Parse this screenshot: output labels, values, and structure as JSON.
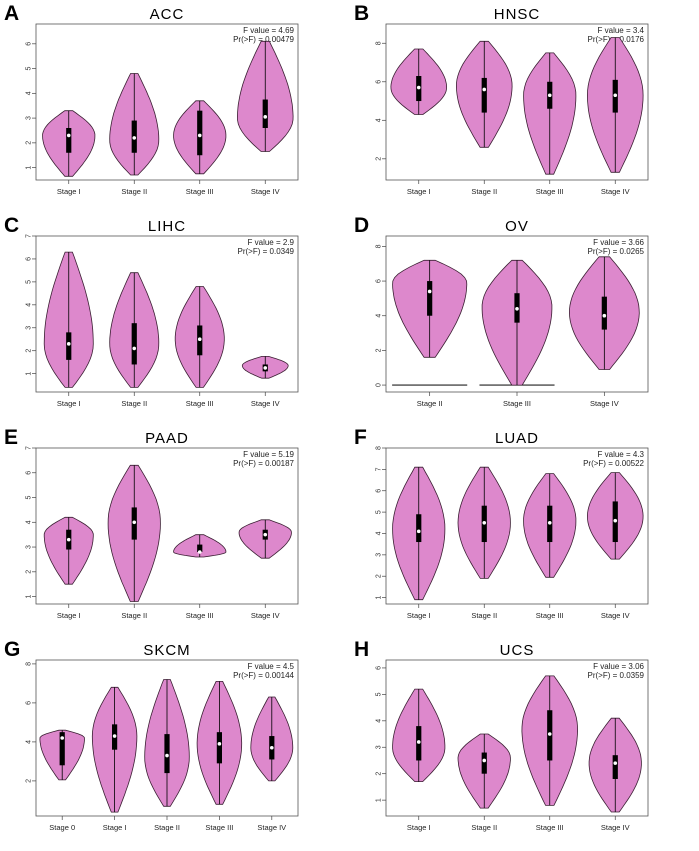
{
  "violin_color": "#dd88cc",
  "chart_data": [
    {
      "type": "violin",
      "letter": "A",
      "title": "ACC",
      "stats": [
        "F value = 4.69",
        "Pr(>F) = 0.00479"
      ],
      "ylim": [
        0.5,
        6.8
      ],
      "yticks": [
        1,
        2,
        3,
        4,
        5,
        6
      ],
      "categories": [
        "Stage I",
        "Stage II",
        "Stage III",
        "Stage IV"
      ],
      "series": [
        {
          "min": 0.65,
          "max": 3.3,
          "q1": 1.6,
          "median": 2.3,
          "q3": 2.6,
          "mode": 2.3,
          "width": 0.8
        },
        {
          "min": 0.7,
          "max": 4.8,
          "q1": 1.6,
          "median": 2.2,
          "q3": 2.9,
          "mode": 2.1,
          "width": 0.75
        },
        {
          "min": 0.75,
          "max": 3.7,
          "q1": 1.5,
          "median": 2.3,
          "q3": 3.3,
          "mode": 2.3,
          "width": 0.8
        },
        {
          "min": 1.65,
          "max": 6.1,
          "q1": 2.6,
          "median": 3.05,
          "q3": 3.75,
          "mode": 3.0,
          "width": 0.85
        }
      ]
    },
    {
      "type": "violin",
      "letter": "B",
      "title": "HNSC",
      "stats": [
        "F value = 3.4",
        "Pr(>F) = 0.0176"
      ],
      "ylim": [
        0.9,
        9.0
      ],
      "yticks": [
        2,
        4,
        6,
        8
      ],
      "categories": [
        "Stage I",
        "Stage II",
        "Stage III",
        "Stage IV"
      ],
      "series": [
        {
          "min": 4.3,
          "max": 7.7,
          "q1": 5.0,
          "median": 5.7,
          "q3": 6.3,
          "mode": 5.7,
          "width": 0.85
        },
        {
          "min": 2.6,
          "max": 8.1,
          "q1": 4.4,
          "median": 5.6,
          "q3": 6.2,
          "mode": 5.8,
          "width": 0.85
        },
        {
          "min": 1.2,
          "max": 7.5,
          "q1": 4.6,
          "median": 5.3,
          "q3": 6.0,
          "mode": 5.3,
          "width": 0.8
        },
        {
          "min": 1.3,
          "max": 8.3,
          "q1": 4.4,
          "median": 5.3,
          "q3": 6.1,
          "mode": 5.3,
          "width": 0.85
        }
      ]
    },
    {
      "type": "violin",
      "letter": "C",
      "title": "LIHC",
      "stats": [
        "F value = 2.9",
        "Pr(>F) = 0.0349"
      ],
      "ylim": [
        0.2,
        7.0
      ],
      "yticks": [
        1,
        2,
        3,
        4,
        5,
        6,
        7
      ],
      "categories": [
        "Stage I",
        "Stage II",
        "Stage III",
        "Stage IV"
      ],
      "series": [
        {
          "min": 0.4,
          "max": 6.3,
          "q1": 1.6,
          "median": 2.3,
          "q3": 2.8,
          "mode": 2.3,
          "width": 0.75
        },
        {
          "min": 0.4,
          "max": 5.4,
          "q1": 1.4,
          "median": 2.1,
          "q3": 3.2,
          "mode": 2.3,
          "width": 0.75
        },
        {
          "min": 0.4,
          "max": 4.8,
          "q1": 1.8,
          "median": 2.5,
          "q3": 3.1,
          "mode": 2.5,
          "width": 0.75
        },
        {
          "min": 0.8,
          "max": 1.75,
          "q1": 1.1,
          "median": 1.25,
          "q3": 1.4,
          "mode": 1.35,
          "width": 0.7
        }
      ]
    },
    {
      "type": "violin",
      "letter": "D",
      "title": "OV",
      "stats": [
        "F value = 3.66",
        "Pr(>F) = 0.0265"
      ],
      "ylim": [
        -0.4,
        8.6
      ],
      "yticks": [
        0,
        2,
        4,
        6,
        8
      ],
      "categories": [
        "Stage II",
        "Stage III",
        "Stage IV"
      ],
      "series": [
        {
          "min": 1.6,
          "max": 7.2,
          "q1": 4.0,
          "median": 5.4,
          "q3": 6.0,
          "mode": 5.9,
          "width": 0.85,
          "zero_line": true
        },
        {
          "min": 0.0,
          "max": 7.2,
          "q1": 3.6,
          "median": 4.4,
          "q3": 5.3,
          "mode": 4.5,
          "width": 0.8,
          "zero_line": true
        },
        {
          "min": 0.9,
          "max": 7.4,
          "q1": 3.2,
          "median": 4.0,
          "q3": 5.1,
          "mode": 4.2,
          "width": 0.8
        }
      ]
    },
    {
      "type": "violin",
      "letter": "E",
      "title": "PAAD",
      "stats": [
        "F value = 5.19",
        "Pr(>F) = 0.00187"
      ],
      "ylim": [
        0.7,
        7.0
      ],
      "yticks": [
        1,
        2,
        3,
        4,
        5,
        6,
        7
      ],
      "categories": [
        "Stage I",
        "Stage II",
        "Stage III",
        "Stage IV"
      ],
      "series": [
        {
          "min": 1.5,
          "max": 4.2,
          "q1": 2.9,
          "median": 3.3,
          "q3": 3.7,
          "mode": 3.5,
          "width": 0.75
        },
        {
          "min": 0.8,
          "max": 6.3,
          "q1": 3.3,
          "median": 4.0,
          "q3": 4.6,
          "mode": 4.0,
          "width": 0.8
        },
        {
          "min": 2.6,
          "max": 3.5,
          "q1": 2.8,
          "median": 2.8,
          "q3": 3.1,
          "mode": 2.8,
          "width": 0.8
        },
        {
          "min": 2.55,
          "max": 4.1,
          "q1": 3.3,
          "median": 3.5,
          "q3": 3.7,
          "mode": 3.6,
          "width": 0.8
        }
      ]
    },
    {
      "type": "violin",
      "letter": "F",
      "title": "LUAD",
      "stats": [
        "F value = 4.3",
        "Pr(>F) = 0.00522"
      ],
      "ylim": [
        0.7,
        8.0
      ],
      "yticks": [
        1,
        2,
        3,
        4,
        5,
        6,
        7,
        8
      ],
      "categories": [
        "Stage I",
        "Stage II",
        "Stage III",
        "Stage IV"
      ],
      "series": [
        {
          "min": 0.9,
          "max": 7.1,
          "q1": 3.6,
          "median": 4.1,
          "q3": 4.9,
          "mode": 4.2,
          "width": 0.8
        },
        {
          "min": 1.9,
          "max": 7.1,
          "q1": 3.6,
          "median": 4.5,
          "q3": 5.3,
          "mode": 4.5,
          "width": 0.8
        },
        {
          "min": 1.95,
          "max": 6.8,
          "q1": 3.6,
          "median": 4.5,
          "q3": 5.3,
          "mode": 4.6,
          "width": 0.8
        },
        {
          "min": 2.8,
          "max": 6.85,
          "q1": 3.6,
          "median": 4.6,
          "q3": 5.5,
          "mode": 4.8,
          "width": 0.85
        }
      ]
    },
    {
      "type": "violin",
      "letter": "G",
      "title": "SKCM",
      "stats": [
        "F value = 4.5",
        "Pr(>F) = 0.00144"
      ],
      "ylim": [
        0.2,
        8.2
      ],
      "yticks": [
        2,
        4,
        6,
        8
      ],
      "categories": [
        "Stage 0",
        "Stage I",
        "Stage II",
        "Stage III",
        "Stage IV"
      ],
      "series": [
        {
          "min": 2.05,
          "max": 4.6,
          "q1": 2.8,
          "median": 4.2,
          "q3": 4.5,
          "mode": 4.2,
          "width": 0.85
        },
        {
          "min": 0.4,
          "max": 6.8,
          "q1": 3.6,
          "median": 4.3,
          "q3": 4.9,
          "mode": 4.3,
          "width": 0.85
        },
        {
          "min": 0.7,
          "max": 7.2,
          "q1": 2.4,
          "median": 3.3,
          "q3": 4.4,
          "mode": 3.2,
          "width": 0.85
        },
        {
          "min": 0.8,
          "max": 7.1,
          "q1": 2.9,
          "median": 3.9,
          "q3": 4.5,
          "mode": 3.9,
          "width": 0.85
        },
        {
          "min": 2.0,
          "max": 6.3,
          "q1": 3.1,
          "median": 3.7,
          "q3": 4.3,
          "mode": 3.7,
          "width": 0.8
        }
      ]
    },
    {
      "type": "violin",
      "letter": "H",
      "title": "UCS",
      "stats": [
        "F value = 3.06",
        "Pr(>F) = 0.0359"
      ],
      "ylim": [
        0.4,
        6.3
      ],
      "yticks": [
        1,
        2,
        3,
        4,
        5,
        6
      ],
      "categories": [
        "Stage I",
        "Stage II",
        "Stage III",
        "Stage IV"
      ],
      "series": [
        {
          "min": 1.7,
          "max": 5.2,
          "q1": 2.5,
          "median": 3.2,
          "q3": 3.8,
          "mode": 3.0,
          "width": 0.8
        },
        {
          "min": 0.7,
          "max": 3.5,
          "q1": 2.0,
          "median": 2.5,
          "q3": 2.8,
          "mode": 2.6,
          "width": 0.8
        },
        {
          "min": 0.8,
          "max": 5.7,
          "q1": 2.5,
          "median": 3.5,
          "q3": 4.4,
          "mode": 3.7,
          "width": 0.85
        },
        {
          "min": 0.55,
          "max": 4.1,
          "q1": 1.8,
          "median": 2.4,
          "q3": 2.7,
          "mode": 2.4,
          "width": 0.8
        }
      ]
    }
  ]
}
